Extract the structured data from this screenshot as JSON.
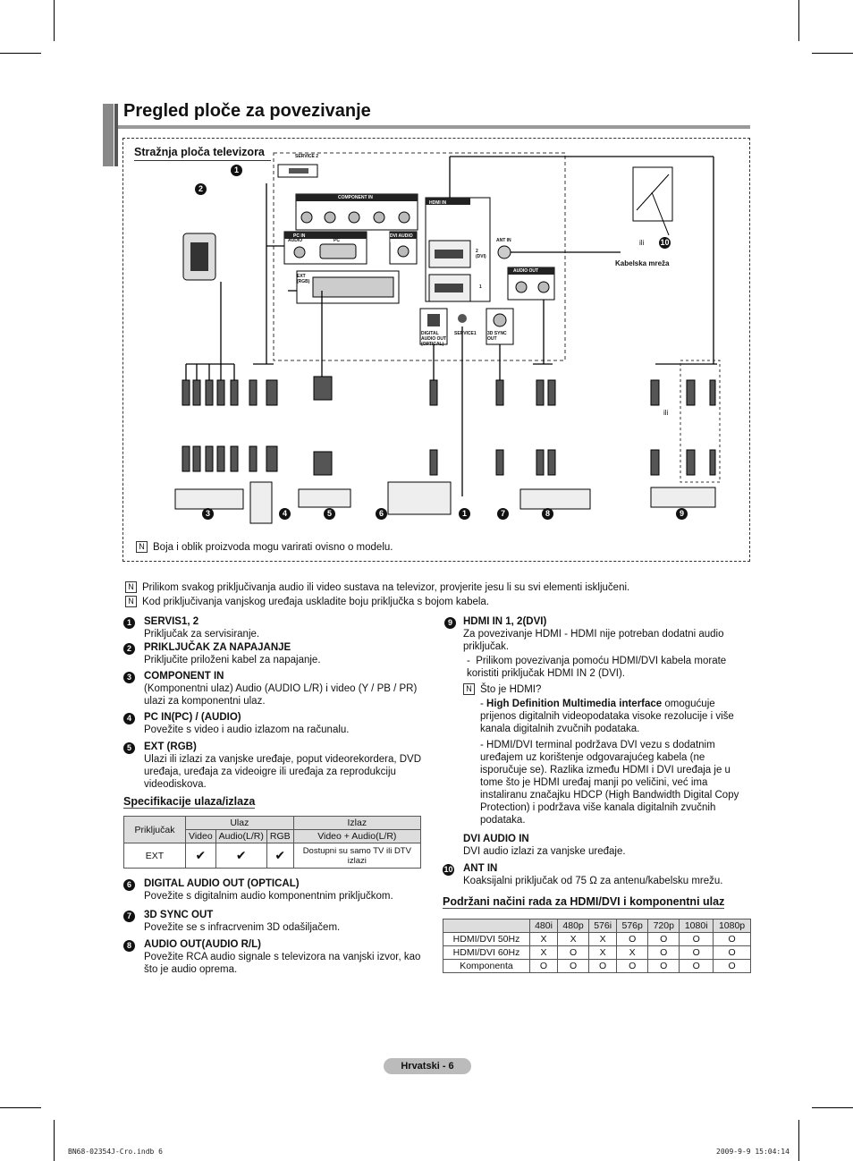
{
  "header": {
    "title": "Pregled ploče za povezivanje"
  },
  "panel": {
    "subtitle": "Stražnja ploča televizora",
    "note": "Boja i oblik proizvoda mogu varirati ovisno o modelu.",
    "labels": {
      "service2": "SERVICE 2",
      "component_in": "COMPONENT IN",
      "hdmi_in": "HDMI IN",
      "pc_in": "PC IN",
      "audio": "AUDIO",
      "pc": "PC",
      "dvi_audio_in": "DVI AUDIO IN",
      "ext_rgb": "EXT (RGB)",
      "ant_in": "ANT IN",
      "audio_out": "AUDIO OUT",
      "digital_audio_out": "DIGITAL AUDIO OUT (OPTICAL)",
      "service1": "SERVICE1",
      "sync_out": "3D SYNC OUT",
      "hdmi2": "2 (DVI)",
      "hdmi1": "1",
      "ili": "ili",
      "ili2": "ili",
      "kabelska": "Kabelska mreža"
    }
  },
  "intro_notes": [
    "Prilikom svakog priključivanja audio ili video sustava na televizor, provjerite jesu li su svi elementi isključeni.",
    "Kod priključivanja vanjskog uređaja uskladite boju priključka s bojom kabela."
  ],
  "left_items": [
    {
      "n": "1",
      "title": "SERVIS1, 2",
      "text": "Priključak za servisiranje."
    },
    {
      "n": "2",
      "title": "PRIKLJUČAK ZA NAPAJANJE",
      "text": "Priključite priloženi kabel za napajanje."
    },
    {
      "n": "3",
      "title": "COMPONENT IN",
      "text": "(Komponentni ulaz) Audio (AUDIO L/R) i video (Y / PB / PR) ulazi za komponentni ulaz."
    },
    {
      "n": "4",
      "title": "PC IN(PC) / (AUDIO)",
      "text": "Povežite s video i audio izlazom na računalu."
    },
    {
      "n": "5",
      "title": "EXT (RGB)",
      "text": "Ulazi ili izlazi za vanjske uređaje, poput videorekordera, DVD uređaja, uređaja za videoigre ili uređaja za reprodukciju videodiskova."
    }
  ],
  "spec": {
    "title": "Specifikacije ulaza/izlaza",
    "col_prik": "Priključak",
    "col_ulaz": "Ulaz",
    "col_izlaz": "Izlaz",
    "sub_video": "Video",
    "sub_audio": "Audio(L/R)",
    "sub_rgb": "RGB",
    "sub_out": "Video + Audio(L/R)",
    "row_name": "EXT",
    "check": "✔",
    "row_out": "Dostupni su samo TV ili DTV izlazi"
  },
  "left_items2": [
    {
      "n": "6",
      "title": "DIGITAL AUDIO OUT (OPTICAL)",
      "text": "Povežite s digitalnim audio komponentnim priključkom."
    },
    {
      "n": "7",
      "title": "3D SYNC OUT",
      "text": "Povežite se s infracrvenim 3D odašiljačem."
    },
    {
      "n": "8",
      "title": "AUDIO OUT(AUDIO R/L)",
      "text": "Povežite RCA audio signale s televizora na vanjski izvor, kao što je audio oprema."
    }
  ],
  "right": {
    "hdmi_title": "HDMI IN 1, 2(DVI)",
    "hdmi_text": "Za povezivanje HDMI - HDMI nije potreban dodatni audio priključak.",
    "hdmi_dash1": "Prilikom povezivanja pomoću HDMI/DVI kabela morate koristiti priključak HDMI IN 2 (DVI).",
    "what_hdmi": "Što je HDMI?",
    "hdmi_bold": "High Definition Multimedia interface",
    "hdmi_b1": " omogućuje prijenos digitalnih videopodataka visoke rezolucije i više kanala digitalnih zvučnih podataka.",
    "hdmi_b2": "HDMI/DVI terminal podržava DVI vezu s dodatnim uređajem uz korištenje odgovarajućeg kabela (ne isporučuje se). Razlika između HDMI i DVI uređaja je u tome što je HDMI uređaj manji po veličini, već ima instaliranu značajku HDCP (High Bandwidth Digital Copy Protection) i podržava više kanala digitalnih zvučnih podataka.",
    "dvi_title": "DVI AUDIO IN",
    "dvi_text": "DVI audio izlazi za vanjske uređaje.",
    "ant_title": "ANT IN",
    "ant_text": "Koaksijalni priključak od 75 Ω za antenu/kabelsku mrežu.",
    "modes_title": "Podržani načini rada za HDMI/DVI i komponentni ulaz"
  },
  "modes": {
    "cols": [
      "480i",
      "480p",
      "576i",
      "576p",
      "720p",
      "1080i",
      "1080p"
    ],
    "rows": [
      {
        "name": "HDMI/DVI 50Hz",
        "vals": [
          "X",
          "X",
          "X",
          "O",
          "O",
          "O",
          "O"
        ]
      },
      {
        "name": "HDMI/DVI 60Hz",
        "vals": [
          "X",
          "O",
          "X",
          "X",
          "O",
          "O",
          "O"
        ]
      },
      {
        "name": "Komponenta",
        "vals": [
          "O",
          "O",
          "O",
          "O",
          "O",
          "O",
          "O"
        ]
      }
    ]
  },
  "page_label": "Hrvatski - 6",
  "footer": {
    "file": "BN68-02354J-Cro.indb   6",
    "date": "2009-9-9   15:04:14"
  }
}
